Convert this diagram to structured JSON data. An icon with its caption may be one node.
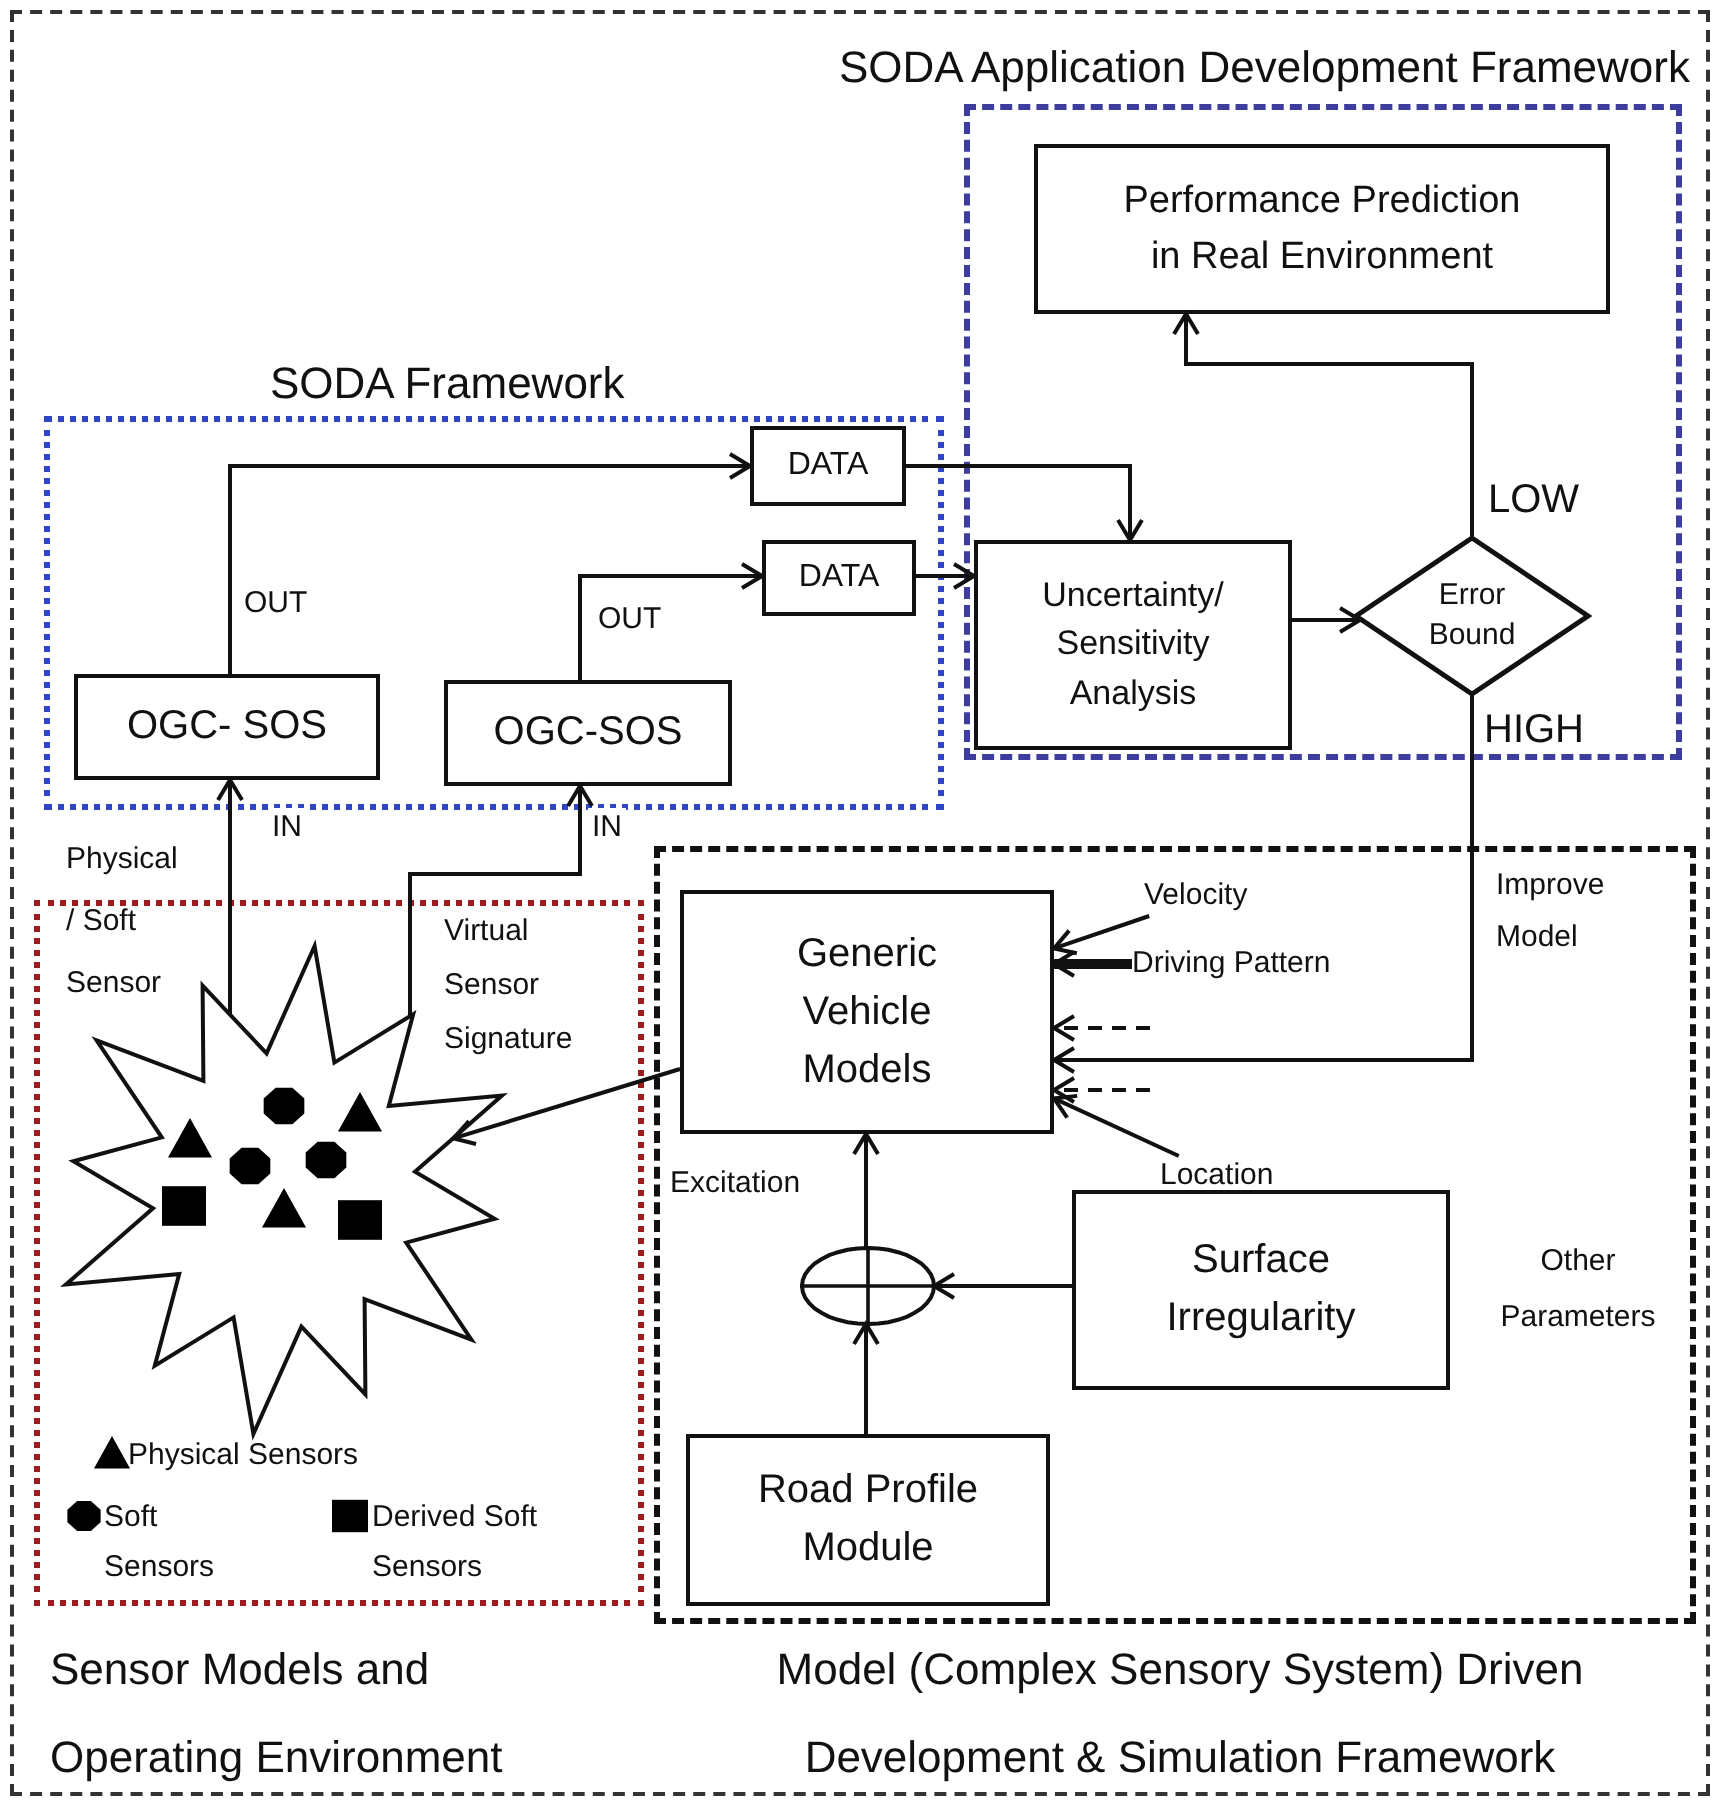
{
  "diagram": {
    "nodes": [
      {
        "text": [
          "SODA Application Development Framework"
        ]
      },
      {
        "text": [
          "Performance Prediction in Real Environment"
        ],
        "in": 0
      },
      {
        "text": [
          "Uncertainty/ Sensitivity Analysis"
        ],
        "in": 0
      },
      {
        "text": [
          "Error Bound"
        ],
        "in": 0
      },
      {
        "text": [
          "SODA Framework"
        ]
      },
      {
        "text": [
          "OGC- SOS"
        ],
        "in": 4
      },
      {
        "text": [
          "OGC-SOS"
        ],
        "in": 4
      },
      {
        "text": [
          "DATA"
        ],
        "in": 4
      },
      {
        "text": [
          "DATA"
        ],
        "in": 4
      },
      {
        "text": [
          "Sensor Models and Operating Environment"
        ]
      },
      {
        "text": [],
        "shape": "star",
        "in": 9
      },
      {
        "text": [
          "Model (Complex Sensory System) Driven Development & Simulation Framework"
        ]
      },
      {
        "text": [
          "Generic Vehicle Models"
        ],
        "in": 11
      },
      {
        "text": [],
        "shape": "circle",
        "in": 11
      },
      {
        "text": [
          "Surface Irregularity"
        ],
        "in": 11,
        "beside": [
          "Other Parameters"
        ]
      },
      {
        "text": [
          "Road Profile Module"
        ],
        "in": 11
      },
      {
        "text": [
          "Velocity"
        ],
        "in": 11
      },
      {
        "text": [
          "Driving Pattern"
        ],
        "in": 11
      },
      {
        "text": [
          "Location"
        ],
        "in": 11
      }
    ],
    "edges": [
      {
        "from": 5,
        "to": 7,
        "arrow": "to",
        "label": "OUT"
      },
      {
        "from": 6,
        "to": 8,
        "arrow": "to",
        "label": "OUT"
      },
      {
        "from": 7,
        "to": 2,
        "arrow": "to"
      },
      {
        "from": 8,
        "to": 2,
        "arrow": "to"
      },
      {
        "from": 2,
        "to": 3,
        "arrow": "to"
      },
      {
        "from": 3,
        "to": 1,
        "arrow": "to",
        "label": "LOW"
      },
      {
        "from": 3,
        "to": 12,
        "arrow": "to",
        "label": "Improve Model"
      },
      {
        "from": 10,
        "to": 5,
        "arrow": "to",
        "label": "IN"
      },
      {
        "from": 10,
        "to": 6,
        "arrow": "to",
        "label": "IN"
      },
      {
        "from": 12,
        "to": 10,
        "arrow": "to"
      },
      {
        "from": 13,
        "to": 12,
        "arrow": "to",
        "label": "Excitation"
      },
      {
        "from": 14,
        "to": 13,
        "arrow": "to"
      },
      {
        "from": 15,
        "to": 13,
        "arrow": "to"
      },
      {
        "from": 16,
        "to": 12,
        "arrow": "to"
      },
      {
        "from": 17,
        "to": 12,
        "arrow": "to",
        "style": "thick"
      },
      {
        "from": null,
        "to": 12,
        "arrow": "to",
        "style": "dashed"
      },
      {
        "from": null,
        "to": 12,
        "arrow": "to",
        "style": "dashed"
      },
      {
        "from": 18,
        "to": 12,
        "arrow": "to"
      }
    ],
    "labels": [
      "Physical / Soft Sensor",
      "Virtual Sensor Signature",
      "HIGH"
    ],
    "legend": [
      {
        "text": "Physical Sensors"
      },
      {
        "text": "Soft Sensors"
      },
      {
        "text": "Derived Soft Sensors"
      }
    ]
  }
}
